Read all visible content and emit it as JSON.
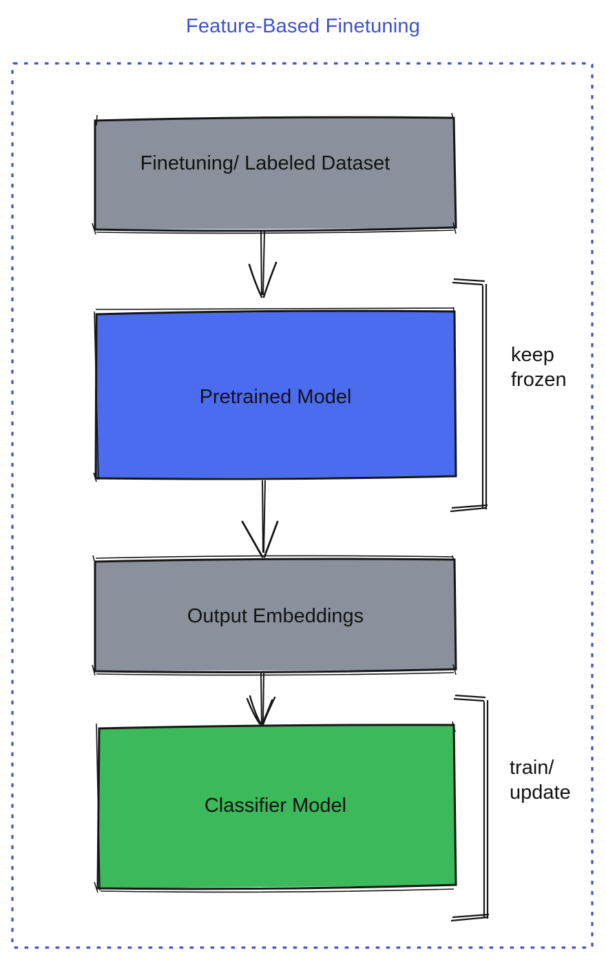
{
  "title": "Feature-Based Finetuning",
  "colors": {
    "title_text": "#3c50d8",
    "dotted_border": "#3c52cf",
    "dataset_box_fill": "#8a919c",
    "pretrained_box_fill": "#4b6cee",
    "embeddings_box_fill": "#8a919c",
    "classifier_box_fill": "#3cb95a",
    "stroke_ink": "#151515",
    "label_text": "#121212"
  },
  "boxes": {
    "dataset": {
      "label": "Finetuning/ Labeled Dataset"
    },
    "pretrained": {
      "label": "Pretrained Model"
    },
    "embeddings": {
      "label": "Output Embeddings"
    },
    "classifier": {
      "label": "Classifier Model"
    }
  },
  "annotations": {
    "keep_frozen": {
      "line1": "keep",
      "line2": "frozen"
    },
    "train_update": {
      "line1": "train/",
      "line2": "update"
    }
  }
}
